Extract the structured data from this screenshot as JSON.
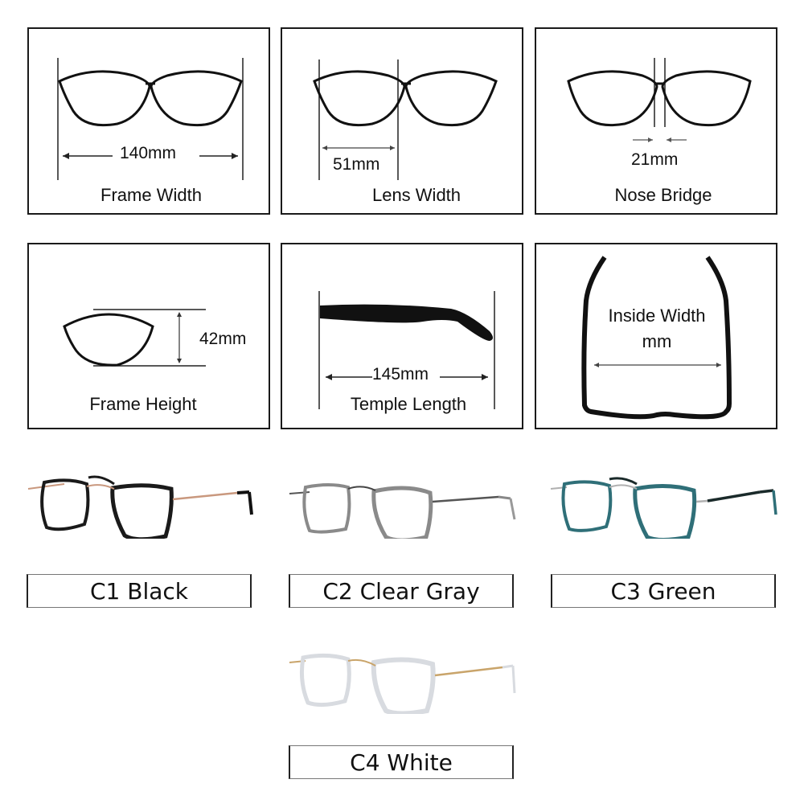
{
  "specs": [
    {
      "id": "frame-width",
      "caption": "Frame Width",
      "value": "140mm"
    },
    {
      "id": "lens-width",
      "caption": "Lens Width",
      "value": "51mm"
    },
    {
      "id": "nose-bridge",
      "caption": "Nose Bridge",
      "value": "21mm"
    },
    {
      "id": "frame-height",
      "caption": "Frame Height",
      "value": "42mm"
    },
    {
      "id": "temple-length",
      "caption": "Temple Length",
      "value": "145mm"
    },
    {
      "id": "inside-width",
      "caption": "Inside Width",
      "value": "mm"
    }
  ],
  "colors": [
    {
      "code": "C1",
      "name": "Black",
      "label": "C1 Black",
      "frame_color": "#1a1a1a",
      "temple_color": "#c9987e"
    },
    {
      "code": "C2",
      "name": "Clear Gray",
      "label": "C2 Clear Gray",
      "frame_color": "#8a8a8a",
      "temple_color": "#555555"
    },
    {
      "code": "C3",
      "name": "Green",
      "label": "C3 Green",
      "frame_color": "#2f6f78",
      "temple_color": "#b0b0b0"
    },
    {
      "code": "C4",
      "name": "White",
      "label": "C4 White",
      "frame_color": "#e4e6ea",
      "temple_color": "#c9a46a"
    }
  ]
}
